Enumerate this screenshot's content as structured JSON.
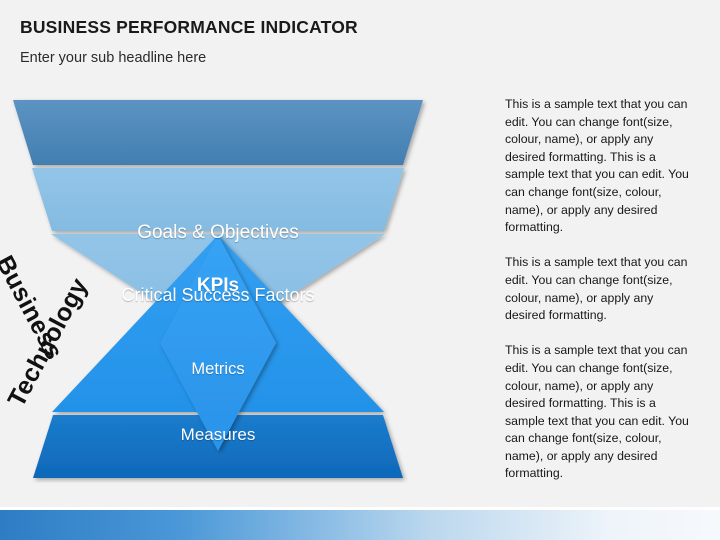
{
  "header": {
    "title": "BUSINESS PERFORMANCE INDICATOR",
    "subtitle": "Enter your sub headline here"
  },
  "diagram": {
    "type": "double-triangle-funnel",
    "side_labels": {
      "upper": "Business",
      "lower": "Technology"
    },
    "layers": [
      {
        "id": "goals",
        "label": "Goals & Objectives",
        "color": "#4a86b8"
      },
      {
        "id": "csf",
        "label": "Critical Success Factors",
        "color": "#8cc0e4"
      },
      {
        "id": "kpis",
        "label": "KPIs",
        "color": "#2f9bf0"
      },
      {
        "id": "metrics",
        "label": "Metrics",
        "color": "#2e9bef"
      },
      {
        "id": "measures",
        "label": "Measures",
        "color": "#1472c4"
      }
    ]
  },
  "body_text": {
    "paragraph_1": "This is a sample text that you can edit. You can change font(size, colour, name), or apply any desired formatting. This is a sample text that you can edit. You can change font(size, colour, name), or apply any desired formatting.",
    "paragraph_2": "This is a sample text that you can edit. You can change font(size, colour, name), or apply any desired formatting.",
    "paragraph_3": "This is a sample text that you can edit. You can change font(size, colour, name), or apply any desired formatting. This is a sample text that you can edit. You can change font(size, colour, name), or apply any desired formatting."
  },
  "colors": {
    "background": "#f2f2f2",
    "accent_bar_left": "#2e7cc4",
    "accent_bar_right": "#f6f9fc",
    "title_text": "#1a1a1a"
  }
}
